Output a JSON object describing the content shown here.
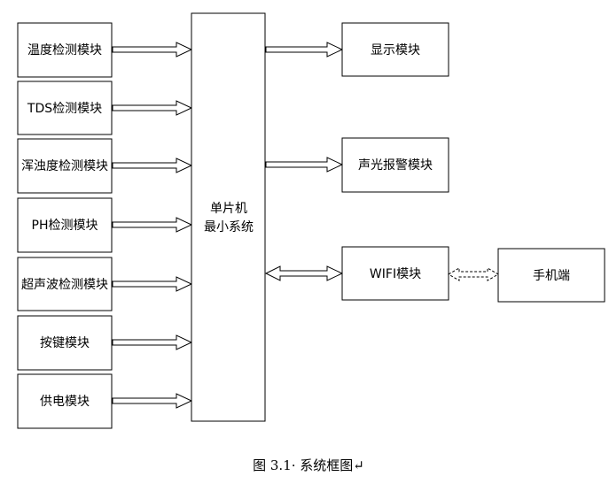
{
  "diagram": {
    "inputs": [
      {
        "label": "温度检测模块"
      },
      {
        "label": "TDS检测模块"
      },
      {
        "label": "浑浊度检测模块"
      },
      {
        "label": "PH检测模块"
      },
      {
        "label": "超声波检测模块"
      },
      {
        "label": "按键模块"
      },
      {
        "label": "供电模块"
      }
    ],
    "mcu": {
      "line1": "单片机",
      "line2": "最小系统"
    },
    "outputs": [
      {
        "label": "显示模块"
      },
      {
        "label": "声光报警模块"
      },
      {
        "label": "WIFI模块"
      }
    ],
    "phone": {
      "label": "手机端"
    },
    "caption": "图 3.1· 系统框图↵"
  }
}
